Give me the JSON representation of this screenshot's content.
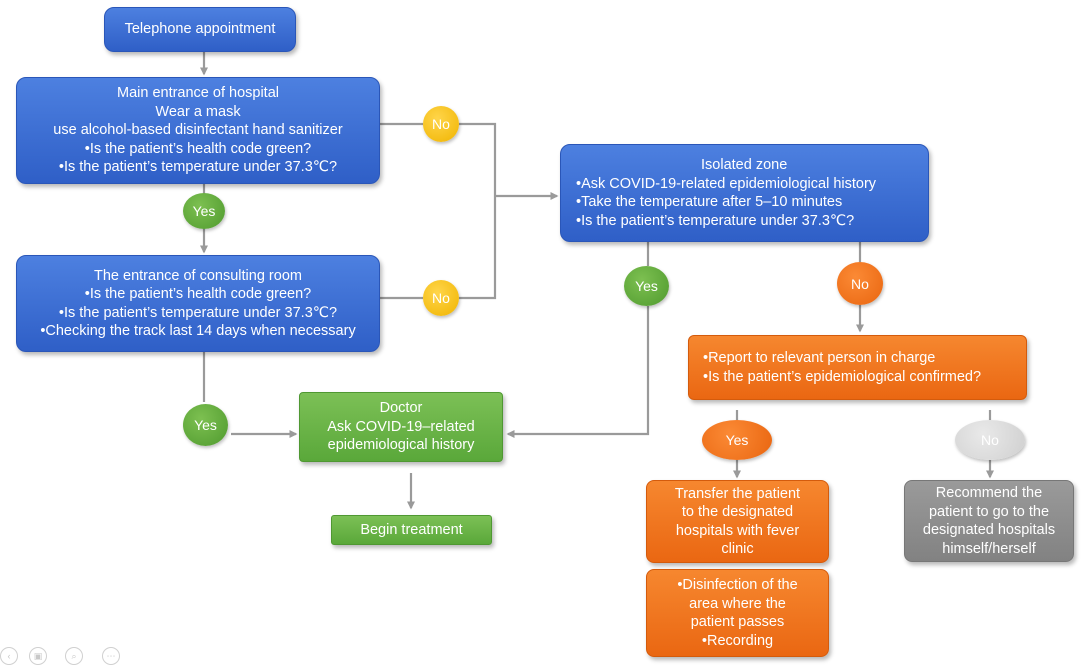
{
  "colors": {
    "blue": "#3a6cd6",
    "green": "#6ab446",
    "orange": "#f07420",
    "gray": "#8c8c8c",
    "yellow": "#f5c518",
    "arrow": "#9a9a9a"
  },
  "nodes": {
    "telephone": {
      "text": "Telephone appointment"
    },
    "main_entrance": {
      "lines": [
        "Main entrance of hospital",
        "Wear a mask",
        "use alcohol-based disinfectant hand sanitizer",
        "•Is the patient’s health code green?",
        "•Is the patient’s temperature under 37.3℃?"
      ]
    },
    "consulting_room": {
      "lines": [
        "The entrance of consulting room",
        "•Is the patient’s health code green?",
        "•Is the patient’s temperature under 37.3℃?",
        "•Checking the track last 14 days when necessary"
      ]
    },
    "isolated_zone": {
      "lines": [
        "Isolated zone",
        "•Ask COVID-19-related epidemiological history",
        "•Take the temperature after 5–10 minutes",
        "•Is the patient’s temperature under 37.3℃?"
      ]
    },
    "doctor": {
      "lines": [
        "Doctor",
        "Ask COVID-19–related",
        "epidemiological history"
      ]
    },
    "begin_treatment": {
      "text": "Begin treatment"
    },
    "report": {
      "lines": [
        "•Report to relevant person in charge",
        "•Is the patient’s epidemiological confirmed?"
      ]
    },
    "transfer": {
      "lines": [
        "Transfer the patient",
        "to the designated",
        "hospitals with fever",
        "clinic"
      ]
    },
    "disinfection": {
      "lines": [
        "•Disinfection of the",
        "area where the",
        "patient passes",
        "•Recording"
      ]
    },
    "recommend": {
      "lines": [
        "Recommend the",
        "patient to go to the",
        "designated hospitals",
        "himself/herself"
      ]
    }
  },
  "badges": {
    "no_main": "No",
    "no_consulting": "No",
    "yes_main": "Yes",
    "yes_consulting": "Yes",
    "yes_isolated": "Yes",
    "no_isolated": "No",
    "yes_report": "Yes",
    "no_report": "No"
  }
}
